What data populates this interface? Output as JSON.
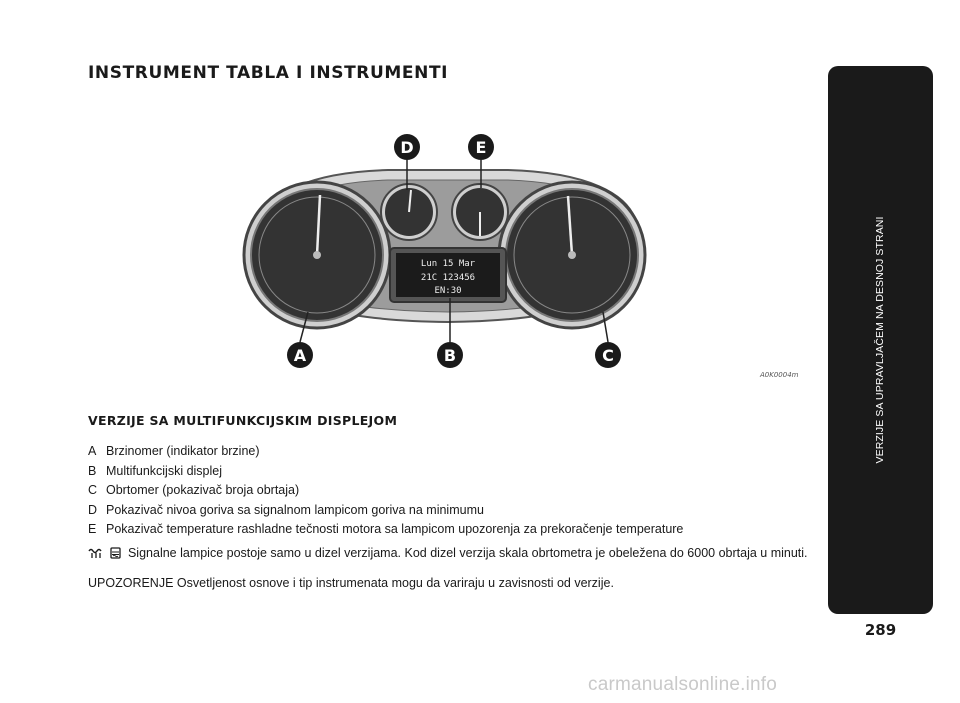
{
  "heading": "INSTRUMENT TABLA I INSTRUMENTI",
  "figure": {
    "code": "A0K0004m",
    "callouts": {
      "a": "A",
      "b": "B",
      "c": "C",
      "d": "D",
      "e": "E"
    },
    "display": {
      "line1": "Lun 15 Mar",
      "line2": "21C 123456",
      "line3": "EN:30"
    }
  },
  "section_title": "VERZIJE SA MULTIFUNKCIJSKIM DISPLEJOM",
  "legend": [
    {
      "letter": "A",
      "text": "Brzinomer (indikator brzine)"
    },
    {
      "letter": "B",
      "text": "Multifunkcijski displej"
    },
    {
      "letter": "C",
      "text": "Obrtomer (pokazivač broja obrtaja)"
    },
    {
      "letter": "D",
      "text": "Pokazivač nivoa goriva sa signalnom lampicom goriva na minimumu"
    },
    {
      "letter": "E",
      "text": "Pokazivač temperature rashladne tečnosti motora sa lampicom upozorenja za prekoračenje temperature"
    }
  ],
  "diesel_note": {
    "icons": [
      "glow-plug-icon",
      "diesel-filter-icon"
    ],
    "text": "Signalne lampice postoje samo u dizel verzijama. Kod dizel verzija skala obrtometra je obeležena do 6000 obrtaja u minuti."
  },
  "warning": "UPOZORENJE Osvetljenost osnove i tip instrumenata mogu da variraju u zavisnosti od verzije.",
  "side_tab": "VERZIJE SA UPRAVLJAČEM NA DESNOJ STRANI",
  "page_number": "289",
  "watermark": "carmanualsonline.info"
}
